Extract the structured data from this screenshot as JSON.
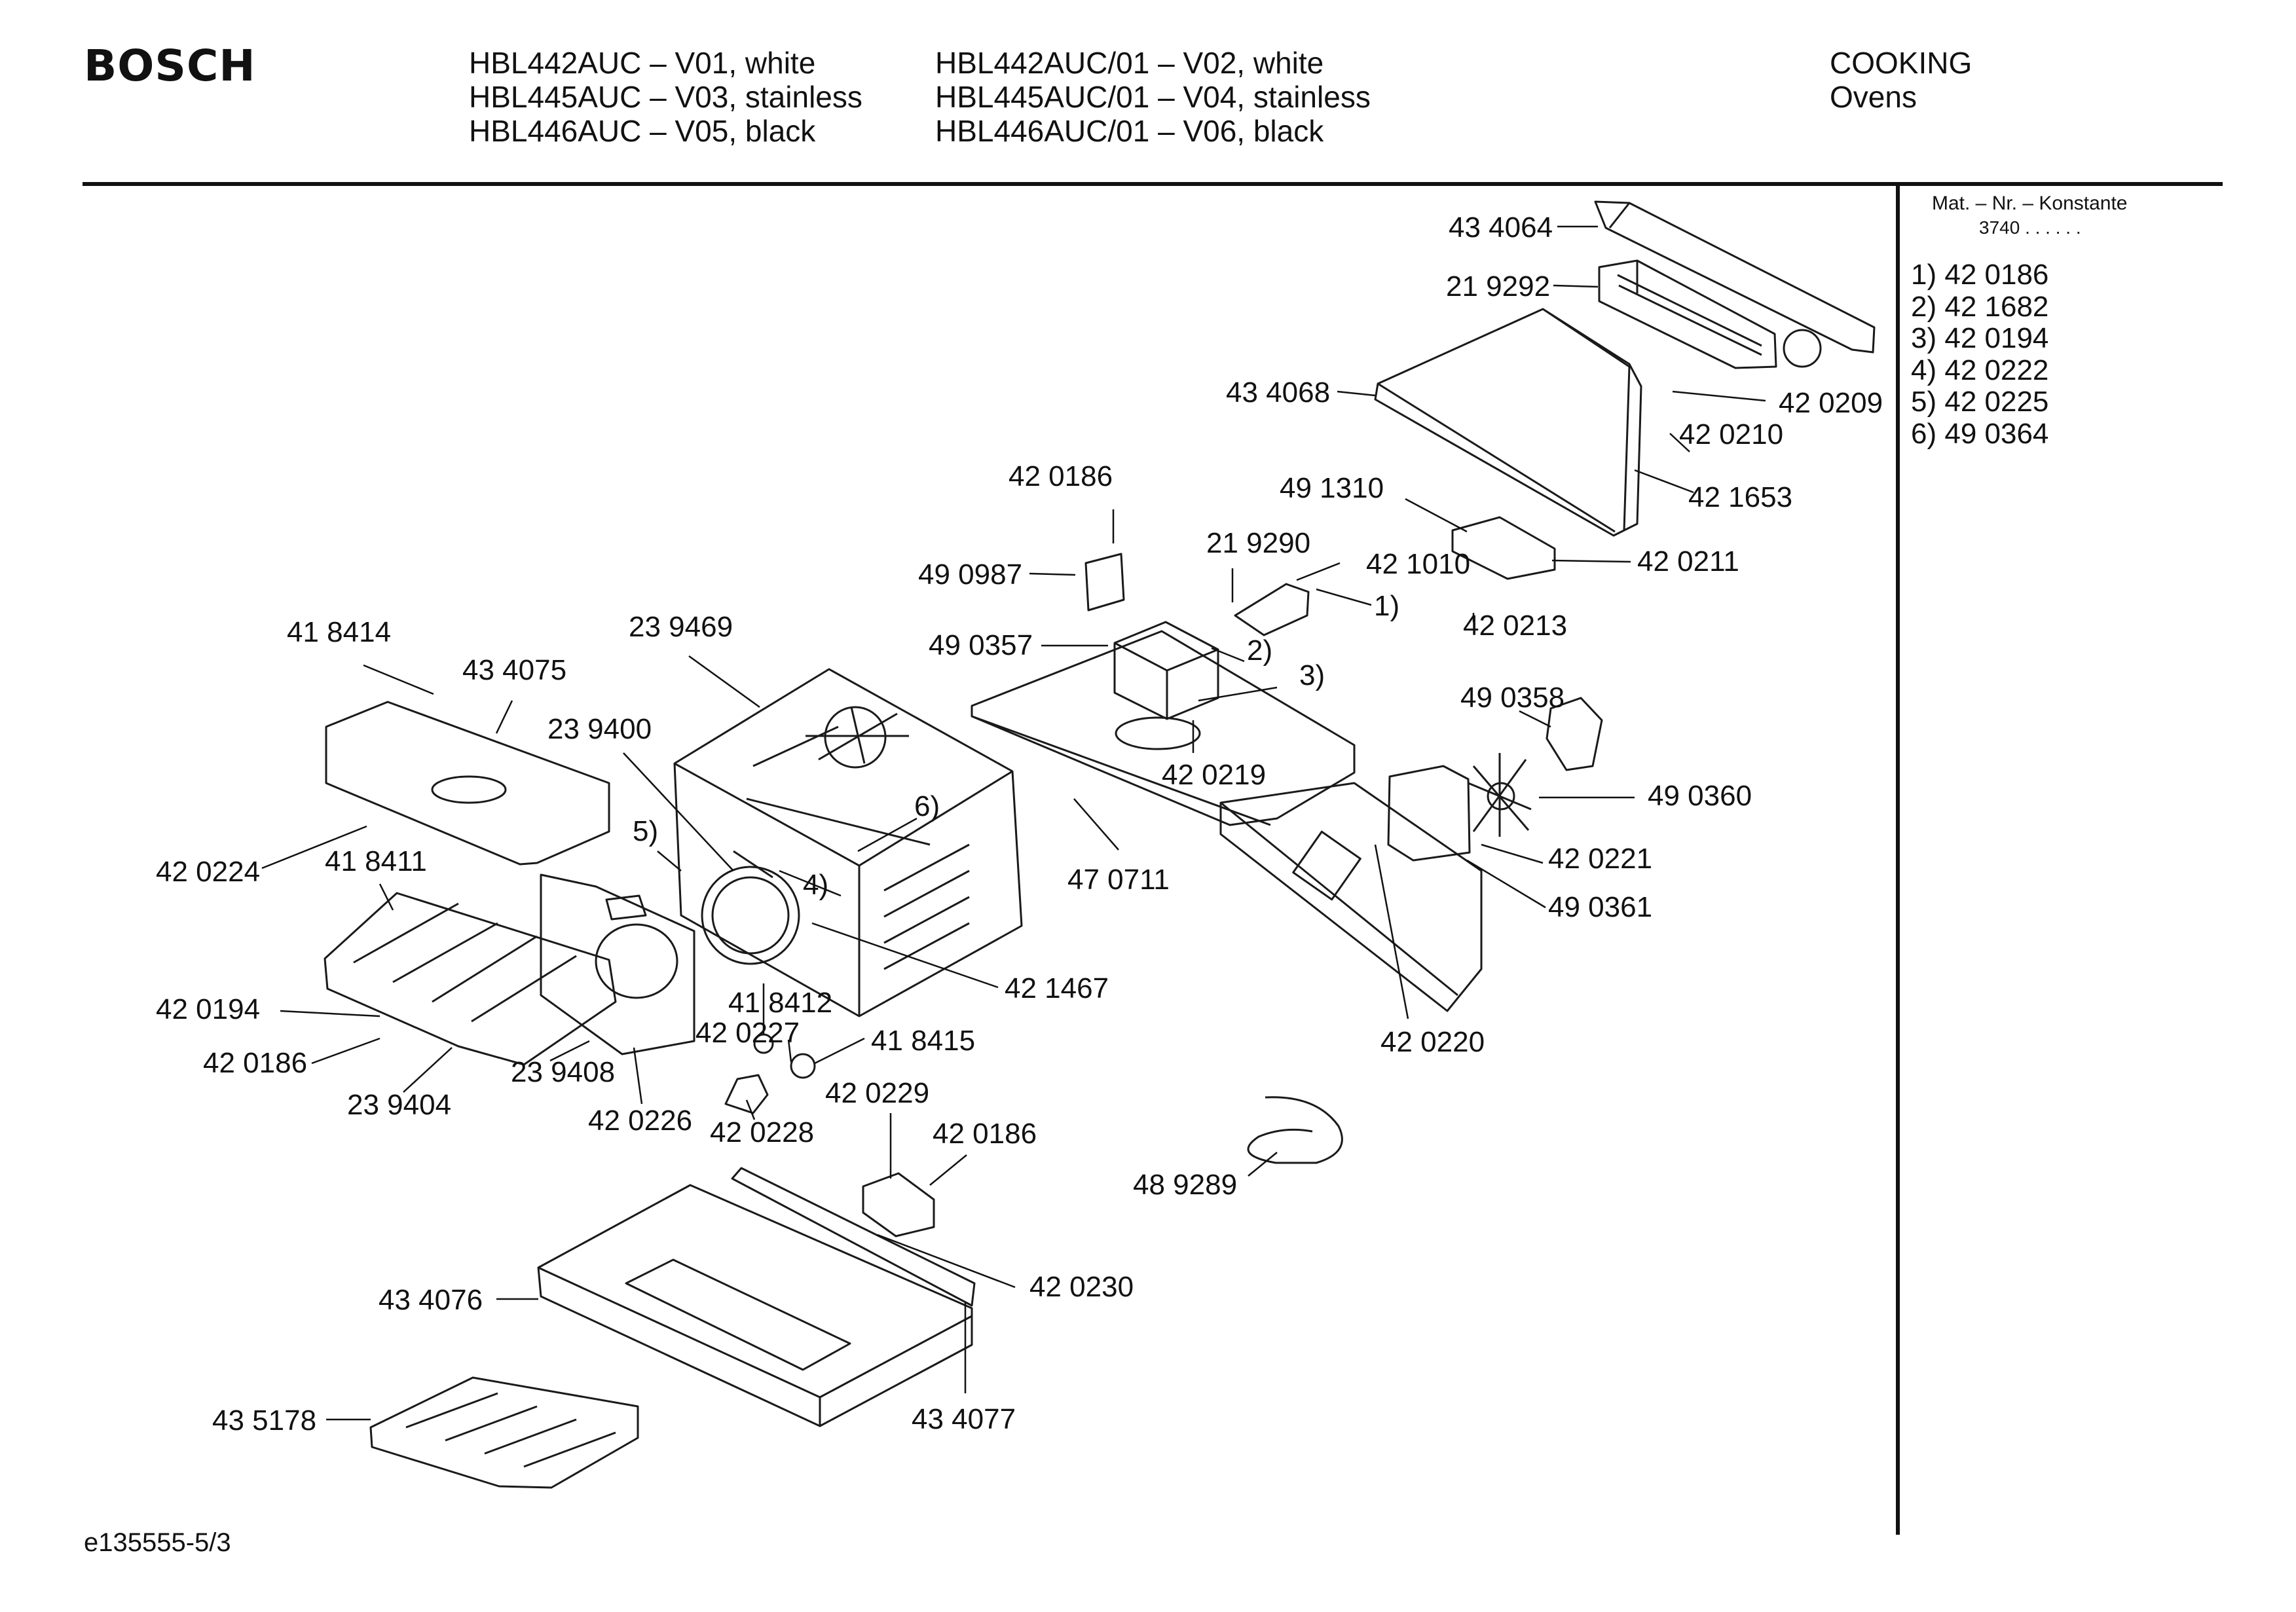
{
  "header": {
    "brand": "BOSCH",
    "models_col1": [
      "HBL442AUC – V01, white",
      "HBL445AUC – V03, stainless",
      "HBL446AUC – V05, black"
    ],
    "models_col2": [
      "HBL442AUC/01 – V02, white",
      "HBL445AUC/01 – V04, stainless",
      "HBL446AUC/01 – V06, black"
    ],
    "category": "COOKING",
    "subcategory": "Ovens"
  },
  "sidebar": {
    "title": "Mat. – Nr. – Konstante",
    "subtitle": "3740 . .   . . . .",
    "legend": [
      "1) 42 0186",
      "2) 42 1682",
      "3) 42 0194",
      "4) 42 0222",
      "5) 42 0225",
      "6) 49 0364"
    ]
  },
  "footer": {
    "code": "e135555-5/3"
  },
  "parts": [
    "43 4064",
    "21 9292",
    "43 4068",
    "42 0209",
    "42 0210",
    "42 1653",
    "42 0186",
    "49 1310",
    "21 9290",
    "42 1010",
    "42 0211",
    "49 0987",
    "1)",
    "49 0357",
    "2)",
    "42 0213",
    "3)",
    "42 0219",
    "41 8414",
    "23 9469",
    "43 4075",
    "23 9400",
    "6)",
    "49 0358",
    "5)",
    "4)",
    "47 0711",
    "49 0360",
    "42 0224",
    "41 8411",
    "42 0221",
    "49 0361",
    "42 1467",
    "42 0194",
    "41 8412",
    "42 0227",
    "41 8415",
    "42 0220",
    "42 0186",
    "23 9408",
    "23 9404",
    "42 0226",
    "42 0228",
    "42 0229",
    "42 0186",
    "48 9289",
    "42 0230",
    "43 4076",
    "43 5178",
    "43 4077"
  ]
}
